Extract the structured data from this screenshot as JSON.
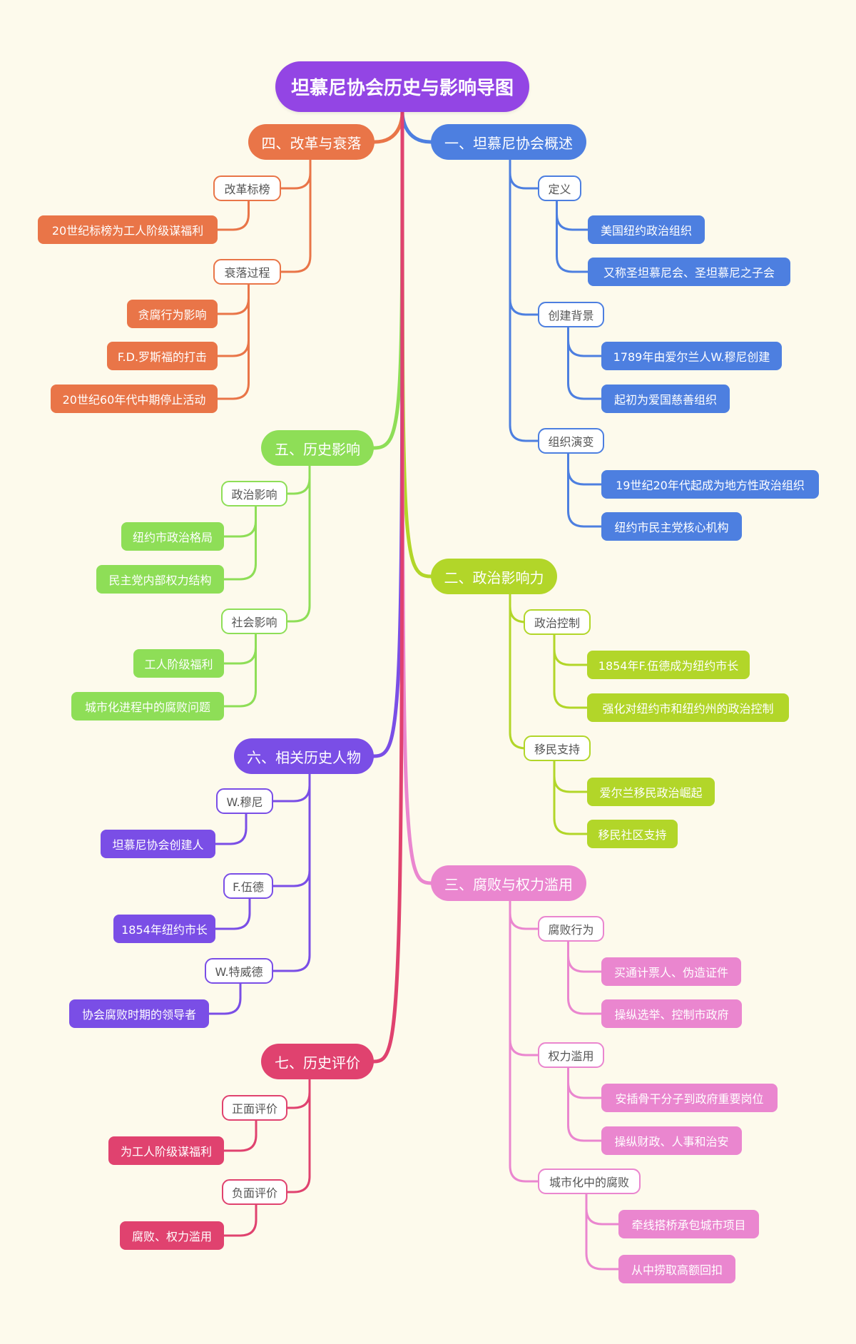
{
  "title": "坦慕尼协会历史与影响导图",
  "colors": {
    "root": "#9345e4",
    "background": "#fdfaec",
    "spine": {
      "top": "#b8d92a",
      "bottom": "#e0426f"
    }
  },
  "branches": [
    {
      "label": "一、坦慕尼协会概述",
      "color": "#4d7fe0",
      "subs": [
        {
          "label": "定义",
          "leaves": [
            "美国纽约政治组织",
            "又称圣坦慕尼会、圣坦慕尼之子会"
          ]
        },
        {
          "label": "创建背景",
          "leaves": [
            "1789年由爱尔兰人W.穆尼创建",
            "起初为爱国慈善组织"
          ]
        },
        {
          "label": "组织演变",
          "leaves": [
            "19世纪20年代起成为地方性政治组织",
            "纽约市民主党核心机构"
          ]
        }
      ]
    },
    {
      "label": "二、政治影响力",
      "color": "#b2d629",
      "subs": [
        {
          "label": "政治控制",
          "leaves": [
            "1854年F.伍德成为纽约市长",
            "强化对纽约市和纽约州的政治控制"
          ]
        },
        {
          "label": "移民支持",
          "leaves": [
            "爱尔兰移民政治崛起",
            "移民社区支持"
          ]
        }
      ]
    },
    {
      "label": "三、腐败与权力滥用",
      "color": "#ea86cf",
      "subs": [
        {
          "label": "腐败行为",
          "leaves": [
            "买通计票人、伪造证件",
            "操纵选举、控制市政府"
          ]
        },
        {
          "label": "权力滥用",
          "leaves": [
            "安插骨干分子到政府重要岗位",
            "操纵财政、人事和治安"
          ]
        },
        {
          "label": "城市化中的腐败",
          "leaves": [
            "牵线搭桥承包城市项目",
            "从中捞取高额回扣"
          ]
        }
      ]
    },
    {
      "label": "四、改革与衰落",
      "color": "#e97548",
      "subs": [
        {
          "label": "改革标榜",
          "leaves": [
            "20世纪标榜为工人阶级谋福利"
          ]
        },
        {
          "label": "衰落过程",
          "leaves": [
            "贪腐行为影响",
            "F.D.罗斯福的打击",
            "20世纪60年代中期停止活动"
          ]
        }
      ]
    },
    {
      "label": "五、历史影响",
      "color": "#8ede57",
      "subs": [
        {
          "label": "政治影响",
          "leaves": [
            "纽约市政治格局",
            "民主党内部权力结构"
          ]
        },
        {
          "label": "社会影响",
          "leaves": [
            "工人阶级福利",
            "城市化进程中的腐败问题"
          ]
        }
      ]
    },
    {
      "label": "六、相关历史人物",
      "color": "#7a4ee6",
      "subs": [
        {
          "label": "W.穆尼",
          "leaves": [
            "坦慕尼协会创建人"
          ]
        },
        {
          "label": "F.伍德",
          "leaves": [
            "1854年纽约市长"
          ]
        },
        {
          "label": "W.特威德",
          "leaves": [
            "协会腐败时期的领导者"
          ]
        }
      ]
    },
    {
      "label": "七、历史评价",
      "color": "#e0426f",
      "subs": [
        {
          "label": "正面评价",
          "leaves": [
            "为工人阶级谋福利"
          ]
        },
        {
          "label": "负面评价",
          "leaves": [
            "腐败、权力滥用"
          ]
        }
      ]
    }
  ]
}
